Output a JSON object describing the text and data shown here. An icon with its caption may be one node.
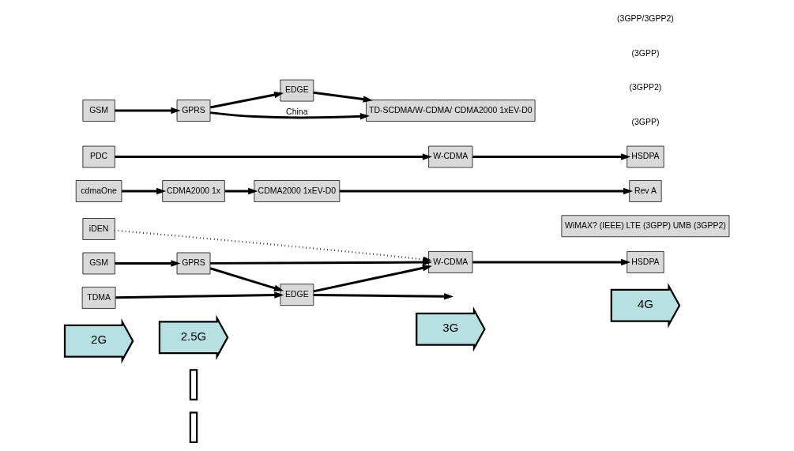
{
  "diagram": {
    "nodes": [
      {
        "text": [
          "2G"
        ]
      },
      {
        "text": [],
        "shape": "bar"
      },
      {
        "text": [],
        "shape": "bar"
      },
      {
        "text": [
          "2.5G"
        ]
      },
      {
        "text": [
          "3G"
        ]
      },
      {
        "text": [
          "4G"
        ]
      },
      {
        "text": [
          "iDEN"
        ]
      },
      {
        "text": [
          "TDMA"
        ]
      },
      {
        "text": [
          "EDGE"
        ]
      },
      {
        "text": [
          "GSM"
        ]
      },
      {
        "text": [
          "GPRS"
        ]
      },
      {
        "text": [
          "W-CDMA"
        ]
      },
      {
        "text": [
          "HSDPA"
        ]
      },
      {
        "text": [
          "WiMAX? (IEEE) LTE (3GPP) UMB (3GPP2)"
        ]
      },
      {
        "text": [
          "cdmaOne"
        ]
      },
      {
        "text": [
          "CDMA2000 1x"
        ]
      },
      {
        "text": [
          "CDMA2000 1xEV-D0"
        ]
      },
      {
        "text": [
          "Rev A"
        ]
      },
      {
        "text": [
          "PDC"
        ]
      },
      {
        "text": [
          "W-CDMA"
        ]
      },
      {
        "text": [
          "HSDPA"
        ]
      },
      {
        "text": [
          "GSM"
        ]
      },
      {
        "text": [
          "GPRS"
        ]
      },
      {
        "text": [
          "EDGE"
        ]
      },
      {
        "text": [
          "TD-SCDMA/W-CDMA/ CDMA2000 1xEV-D0"
        ]
      }
    ],
    "edges": [
      {
        "from": 6,
        "to": 11,
        "arrow": "to",
        "style": "dashed"
      },
      {
        "from": 7,
        "to": 8,
        "arrow": "to"
      },
      {
        "from": 8,
        "to": null,
        "arrow": "to"
      },
      {
        "from": 9,
        "to": 10,
        "arrow": "to"
      },
      {
        "from": 10,
        "to": 8,
        "arrow": "to"
      },
      {
        "from": 10,
        "to": 11,
        "arrow": "to"
      },
      {
        "from": 8,
        "to": 11,
        "arrow": "to"
      },
      {
        "from": 11,
        "to": 12,
        "arrow": "to"
      },
      {
        "from": 14,
        "to": 15,
        "arrow": "to"
      },
      {
        "from": 15,
        "to": 16,
        "arrow": "to"
      },
      {
        "from": 16,
        "to": 17,
        "arrow": "to"
      },
      {
        "from": 18,
        "to": 19,
        "arrow": "to"
      },
      {
        "from": 19,
        "to": 20,
        "arrow": "to"
      },
      {
        "from": 21,
        "to": 22,
        "arrow": "to"
      },
      {
        "from": 22,
        "to": 24,
        "arrow": "to",
        "label": "China"
      },
      {
        "from": 22,
        "to": 23,
        "arrow": "to"
      },
      {
        "from": 23,
        "to": 24,
        "arrow": "to"
      }
    ],
    "labels": [
      "(3GPP)",
      "(3GPP2)",
      "(3GPP)",
      "(3GPP/3GPP2)"
    ]
  }
}
